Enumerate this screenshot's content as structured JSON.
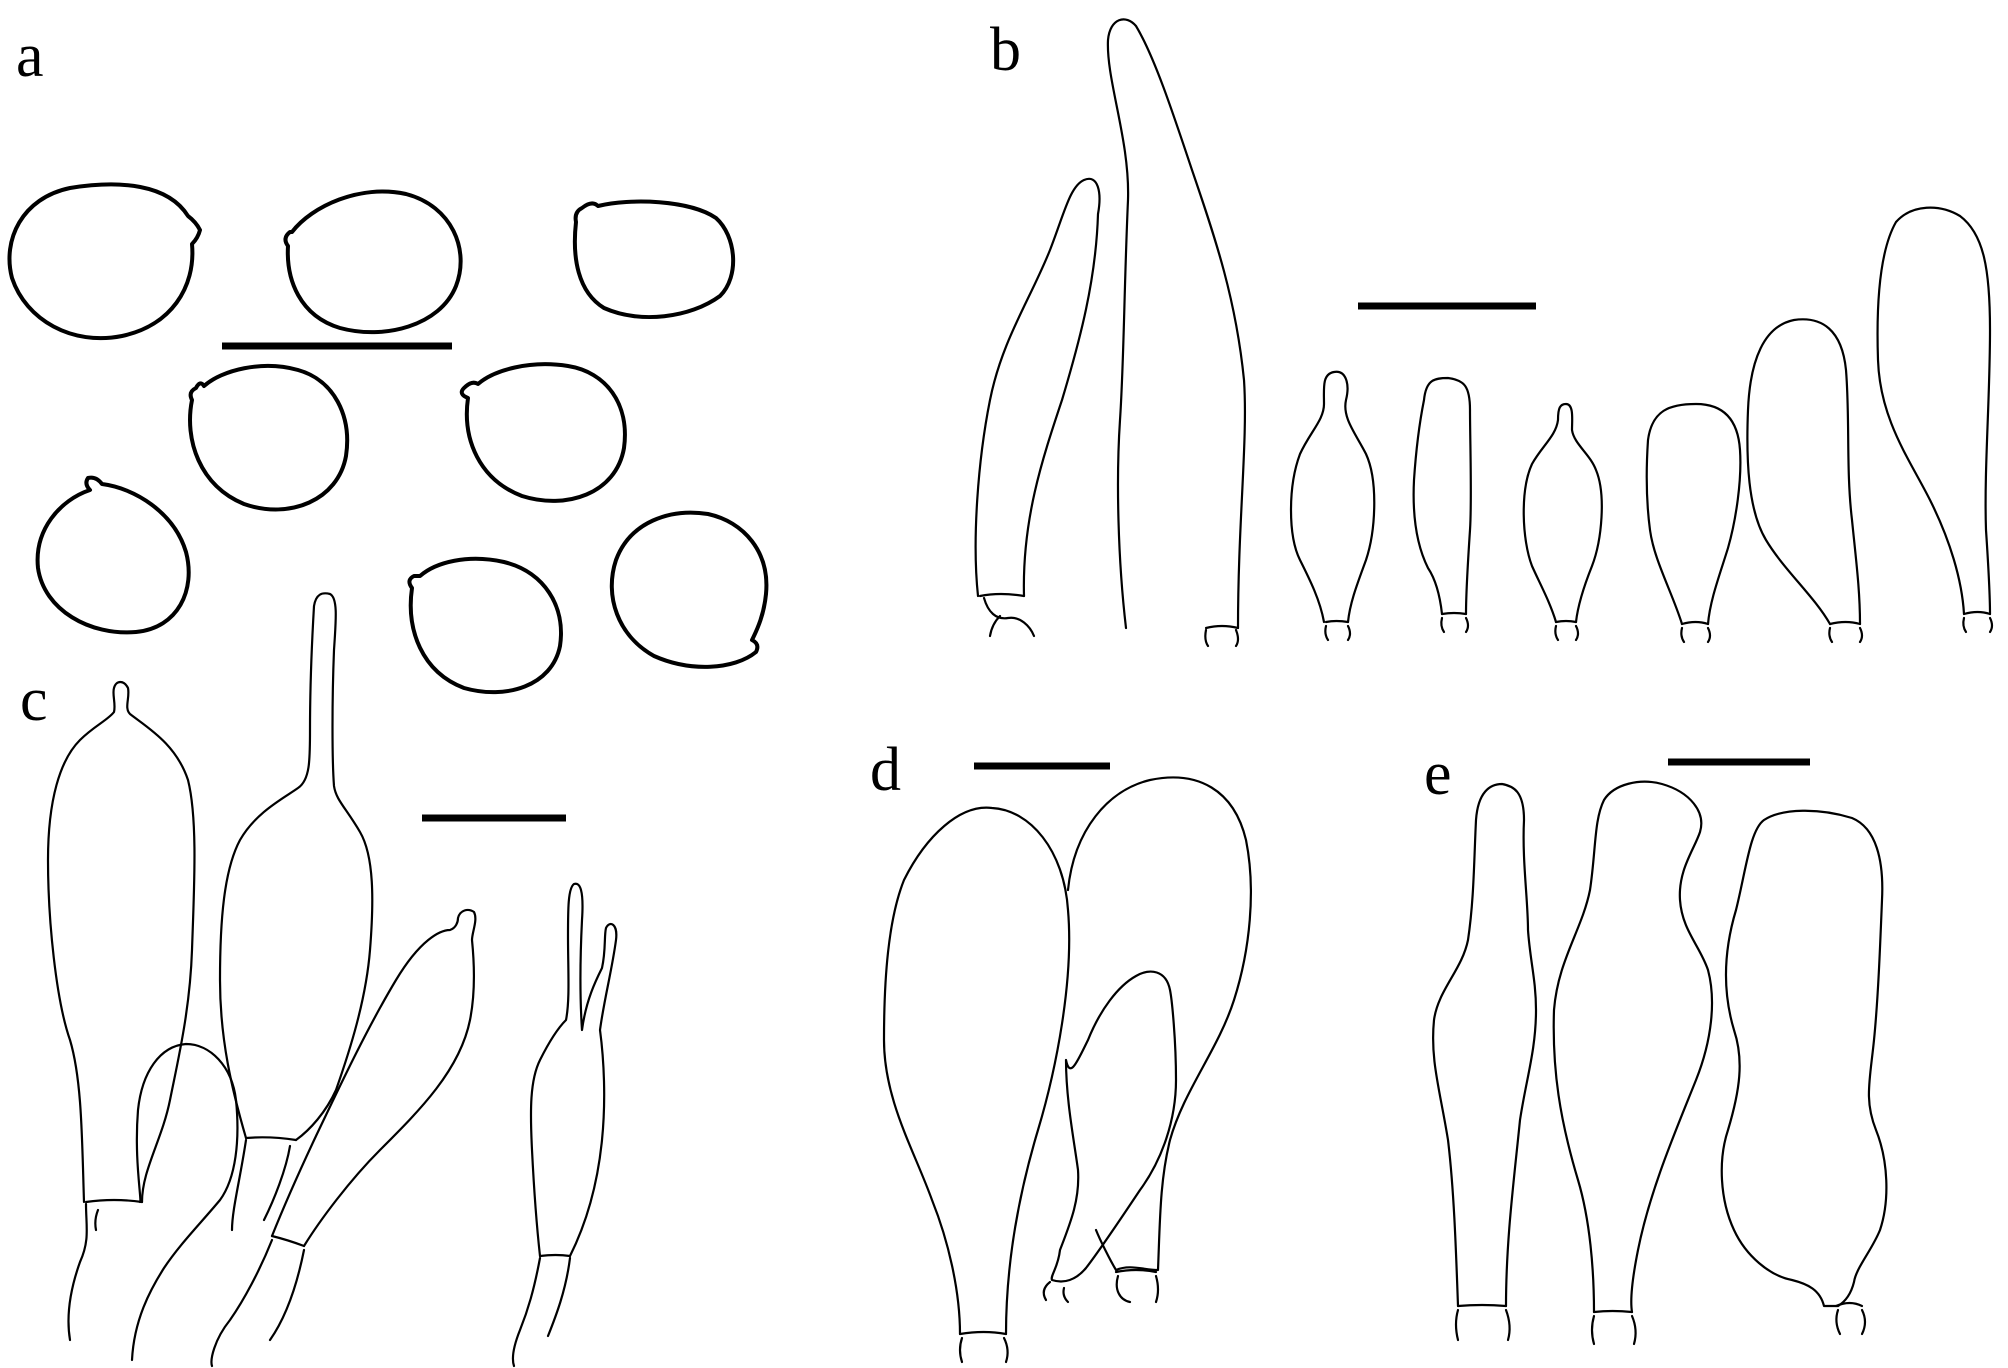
{
  "figure": {
    "panels": [
      {
        "id": "a",
        "label": "a"
      },
      {
        "id": "b",
        "label": "b"
      },
      {
        "id": "c",
        "label": "c"
      },
      {
        "id": "d",
        "label": "d"
      },
      {
        "id": "e",
        "label": "e"
      }
    ]
  }
}
